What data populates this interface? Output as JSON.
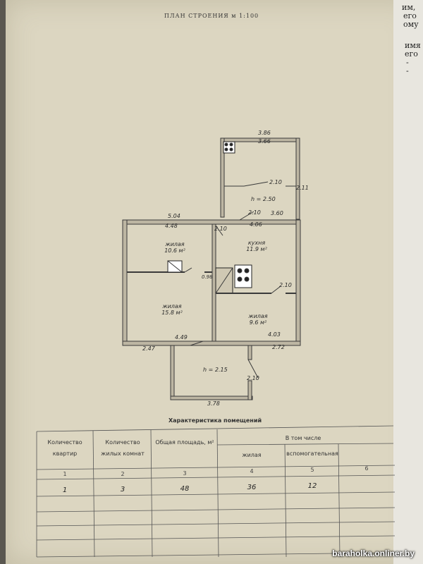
{
  "title": "ПЛАН СТРОЕНИЯ м 1:100",
  "edge_text": [
    "им,",
    "его",
    "ому",
    "имя",
    "его",
    "-",
    "-"
  ],
  "plan": {
    "dims": {
      "top_outer": "3.86",
      "top_inner": "3.66",
      "annex_h": "h = 2.50",
      "annex_door": "2.10",
      "annex_right": "2.11",
      "mid_left": "2.10",
      "mid_right": "3.60",
      "left_outer": "5.04",
      "left_inner": "4.48",
      "door_left_top": "2.10",
      "kitchen_width": "4.06",
      "door_small": "0.98",
      "door_right": "2.10",
      "bottom_left_inner": "4.49",
      "bottom_right_inner": "4.03",
      "bottom_left_outer": "2.47",
      "bottom_right_outer": "2.72",
      "veranda_h": "h = 2.15",
      "veranda_door": "2.10",
      "veranda_bottom": "3.78"
    },
    "rooms": {
      "r1_name": "жилая",
      "r1_area": "10.6 м²",
      "r2_name": "кухня",
      "r2_area": "11.9 м²",
      "r3_name": "жилая",
      "r3_area": "15.8 м²",
      "r4_name": "жилая",
      "r4_area": "9.6 м²"
    }
  },
  "table": {
    "title": "Характеристика помещений",
    "headers": {
      "flats": "Количество квартир",
      "rooms": "Количество жилых комнат",
      "area": "Общая площадь, м²",
      "incl": "В том числе",
      "living": "жилая",
      "aux": "вспомогательная"
    },
    "col_numbers": [
      "1",
      "2",
      "3",
      "4",
      "5",
      "6"
    ],
    "row1": {
      "flats": "1",
      "rooms": "3",
      "area": "48",
      "living": "36",
      "aux": "12",
      "extra": ""
    }
  },
  "watermark": "baraholka.onliner.by"
}
